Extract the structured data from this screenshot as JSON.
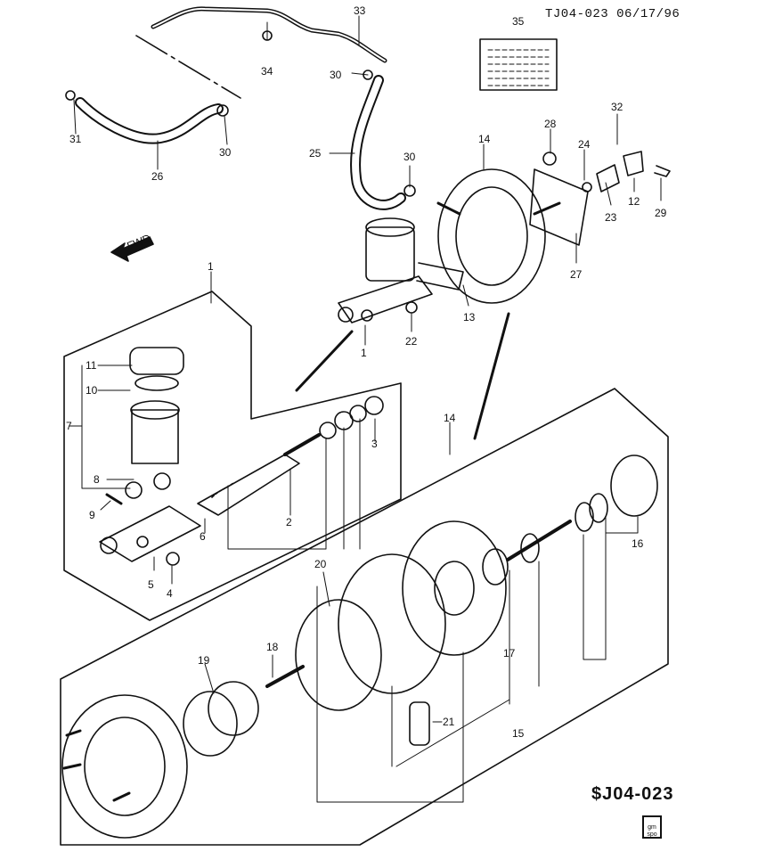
{
  "header": {
    "text": "TJ04-023 06/17/96"
  },
  "diagram_code": "$J04-023",
  "badge": {
    "line1": "gm",
    "line2": "spo"
  },
  "fwd_label": "FWD",
  "callouts": [
    "1",
    "2",
    "3",
    "4",
    "5",
    "6",
    "7",
    "8",
    "9",
    "10",
    "11",
    "12",
    "13",
    "14",
    "15",
    "16",
    "17",
    "18",
    "19",
    "20",
    "21",
    "22",
    "23",
    "24",
    "25",
    "26",
    "27",
    "28",
    "29",
    "30",
    "31",
    "32",
    "33",
    "34",
    "35"
  ],
  "callout_numbers_shown": {
    "n1a": "1",
    "n1b": "1",
    "n2": "2",
    "n3": "3",
    "n4": "4",
    "n5": "5",
    "n6": "6",
    "n7": "7",
    "n8": "8",
    "n9": "9",
    "n10": "10",
    "n11": "11",
    "n12": "12",
    "n13": "13",
    "n14a": "14",
    "n14b": "14",
    "n15": "15",
    "n16": "16",
    "n17": "17",
    "n18": "18",
    "n19": "19",
    "n20": "20",
    "n21": "21",
    "n22": "22",
    "n23": "23",
    "n24": "24",
    "n25": "25",
    "n26": "26",
    "n27": "27",
    "n28": "28",
    "n29": "29",
    "n30a": "30",
    "n30b": "30",
    "n30c": "30",
    "n31": "31",
    "n32": "32",
    "n33": "33",
    "n34": "34",
    "n35": "35"
  }
}
